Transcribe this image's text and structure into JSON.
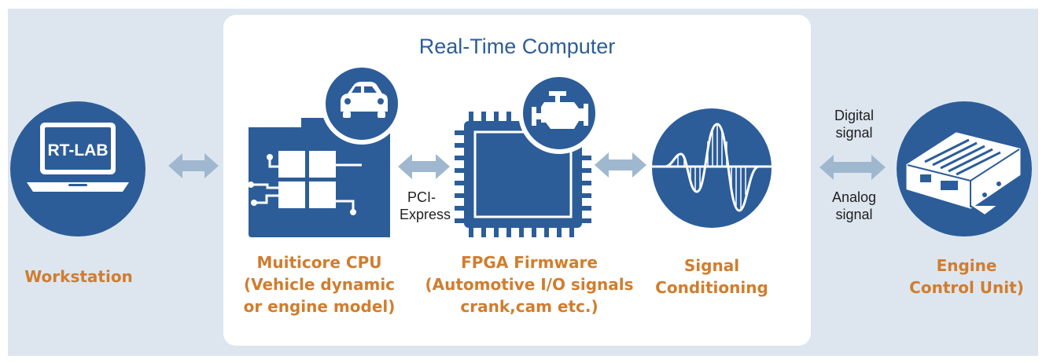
{
  "diagram": {
    "real_time_title": "Real-Time Computer",
    "nodes": {
      "workstation": {
        "screen_text": "RT-LAB",
        "label": "Workstation"
      },
      "cpu": {
        "label_lines": [
          "Muiticore CPU",
          "(Vehicle dynamic",
          "or engine model)"
        ]
      },
      "fpga": {
        "label_lines": [
          "FPGA Firmware",
          "(Automotive I/O signals",
          "crank,cam etc.)"
        ]
      },
      "signal": {
        "label_lines": [
          "Signal",
          "Conditioning"
        ]
      },
      "ecu": {
        "label_lines": [
          "Engine",
          "Control Unit)"
        ]
      }
    },
    "links": {
      "pci": [
        "PCI-",
        "Express"
      ],
      "digital": [
        "Digital",
        "signal"
      ],
      "analog": [
        "Analog",
        "signal"
      ]
    },
    "colors": {
      "primary_blue": "#2c5d99",
      "arrow": "#9fb8cf",
      "label_orange": "#d07d2f",
      "background": "#dde6ef",
      "panel": "#ffffff"
    },
    "icons": [
      "laptop-icon",
      "cpu-board-icon",
      "car-icon",
      "fpga-chip-icon",
      "engine-icon",
      "sine-wave-icon",
      "ecu-box-icon"
    ]
  }
}
